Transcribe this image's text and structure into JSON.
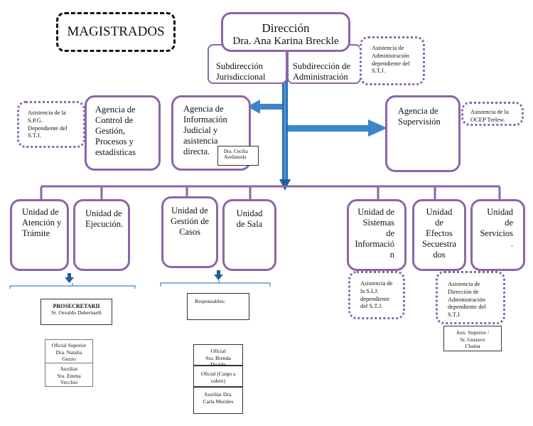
{
  "magistrados": "MAGISTRADOS",
  "direccion": {
    "title": "Dirección",
    "name": "Dra. Ana Karina Breckle"
  },
  "subdir_jur": "Subdirección\nJurisdiccional",
  "subdir_adm": "Subdirección de\nAdministración",
  "asist_adm_stj": "Asistencia de\nAdministración\ndependiente del\nS.T.J.",
  "asist_spg": "Asistencia de la\nS.P.G.\nDependiente del\nS.T.J.",
  "agencia_control": "Agencia de\nControl de\nGestión,\nProcesos y\nestadísticas",
  "agencia_info": "Agencia  de\nInformación\nJudicial  y\nasistencia\ndirecta.",
  "cecilia": "Dra. Cecilia\nAvellaneda",
  "agencia_super": "Agencia de\nSupervisión",
  "asist_ocep": "Asistencia de la\nOCEP  Trelew.",
  "unidades": {
    "atencion": "Unidad de\nAtención y\nTrámite",
    "ejecucion": "Unidad de\nEjecución.",
    "gestion": "Unidad de\nGestión de\nCasos",
    "sala": "Unidad\nde Sala",
    "sistemas": "Unidad de\nSistemas\nde\nInformació\nn",
    "efectos": "Unidad\nde\nEfectos\nSecuestra\ndos",
    "servicios": "Unidad\nde\nServicios\n."
  },
  "asist_sij": "Asistencia de\nla S.I.J.\ndependiente\ndel S.T.J.",
  "asist_dir_adm": "Asistencia de\nDirección de\nAdministración\ndependiente del\nS.T.J.",
  "prosecretario": {
    "title": "PROSECRETARII",
    "name": "Sr. Osvaldo Debernardi"
  },
  "responsables": "Responsables:",
  "oficial_sup": "Oficial Superior\nDra. Natalia\nGuzzo",
  "auxiliar_emma": "Auxiliar\nSra. Emma\nVecchio",
  "oficial_brenda": "Oficial\nSra. Brenda\nDualde",
  "oficial_cargo": "Oficial (Cargo a\ncubrir)",
  "auxiliar_carla": "Auxiliar Dra.\nCarla Morales",
  "aux_gustavo": "Aux. Superior /\nSr. Gustavo\nChaina",
  "colors": {
    "border": "#8b66a8",
    "arrow": "#3a86c8",
    "arrow_dark": "#1f5f9e"
  }
}
